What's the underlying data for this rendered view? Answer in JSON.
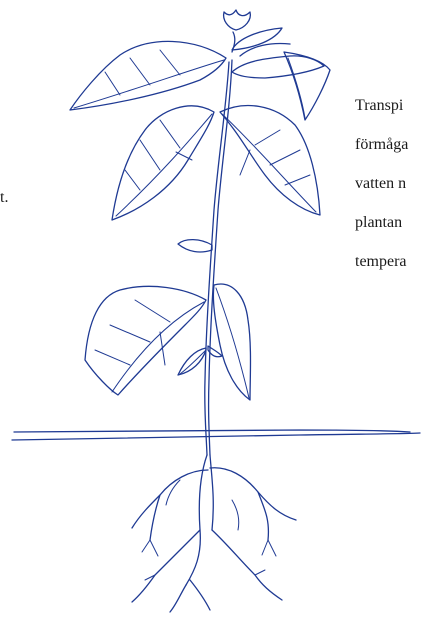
{
  "left_text": {
    "fragment_1": "t."
  },
  "right_text": {
    "lines": [
      "Transpi",
      "förmåga",
      "vatten n",
      "plantan",
      "tempera"
    ]
  },
  "colors": {
    "ink": "#1f3a93",
    "text": "#1a1a1a",
    "background": "#ffffff"
  }
}
